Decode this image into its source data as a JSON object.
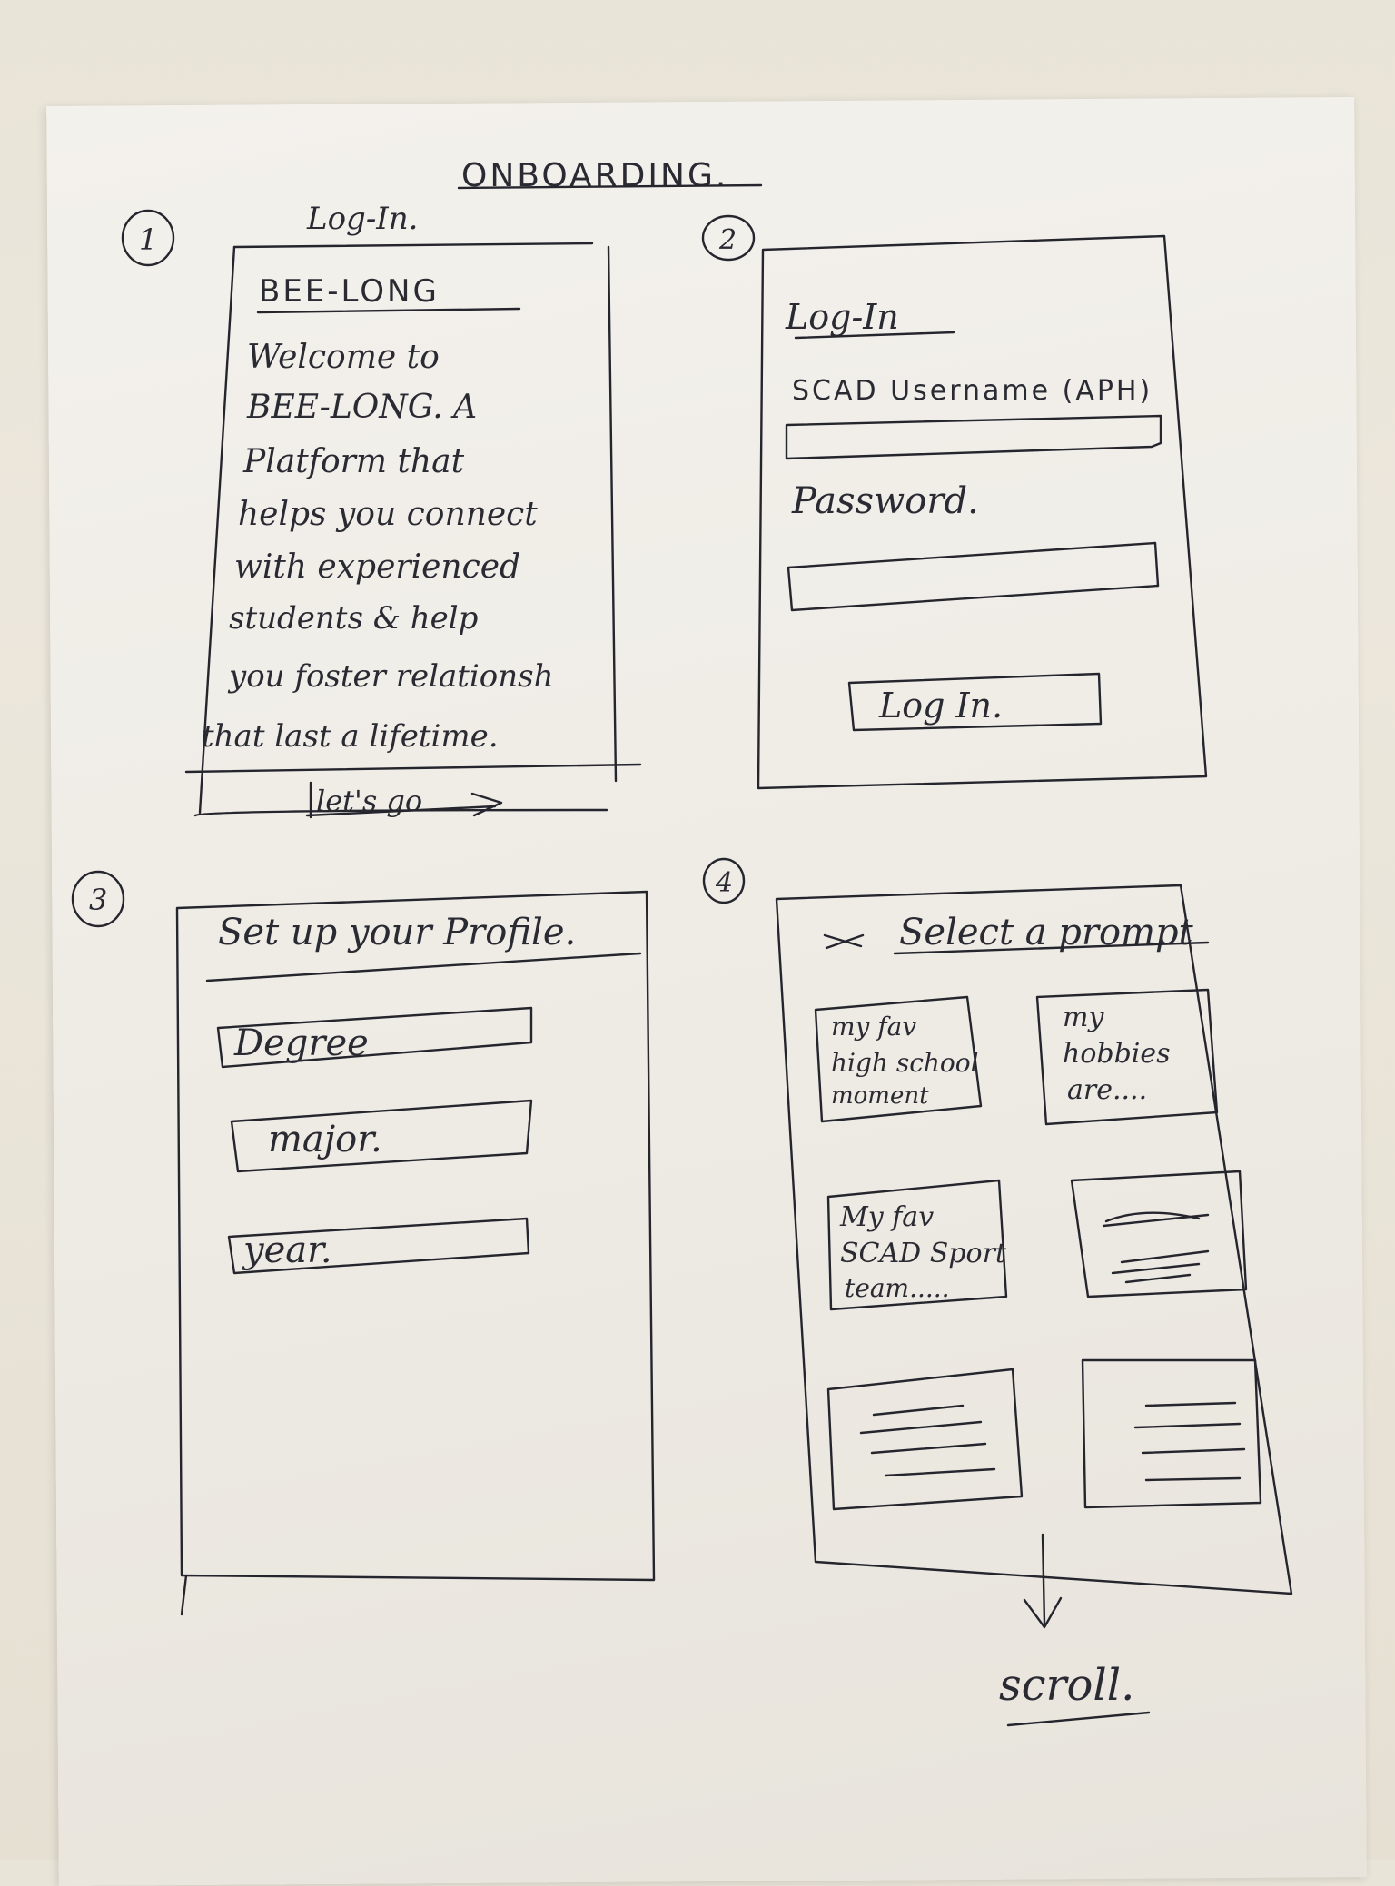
{
  "title": "ONBOARDING.",
  "screens": [
    {
      "number": "1",
      "label": "Log-In.",
      "brand": "BEE-LONG",
      "welcome_lines": [
        "Welcome to",
        "BEE-LONG. A",
        "Platform that",
        "helps you connect",
        "with experienced",
        "students & help",
        "you foster relationsh",
        "that last a lifetime."
      ],
      "cta": "let's go"
    },
    {
      "number": "2",
      "heading": "Log-In",
      "username_label": "SCAD Username (APH)",
      "password_label": "Password.",
      "button": "Log In."
    },
    {
      "number": "3",
      "heading": "Set up your Profile.",
      "fields": [
        "Degree",
        "major.",
        "year."
      ]
    },
    {
      "number": "4",
      "heading": "Select a prompt",
      "prompts": [
        [
          "my fav",
          "high school",
          "moment"
        ],
        [
          "my",
          "hobbies",
          "are...."
        ],
        [
          "My fav",
          "SCAD Sport",
          "team....."
        ]
      ],
      "footer_note": "scroll."
    }
  ]
}
